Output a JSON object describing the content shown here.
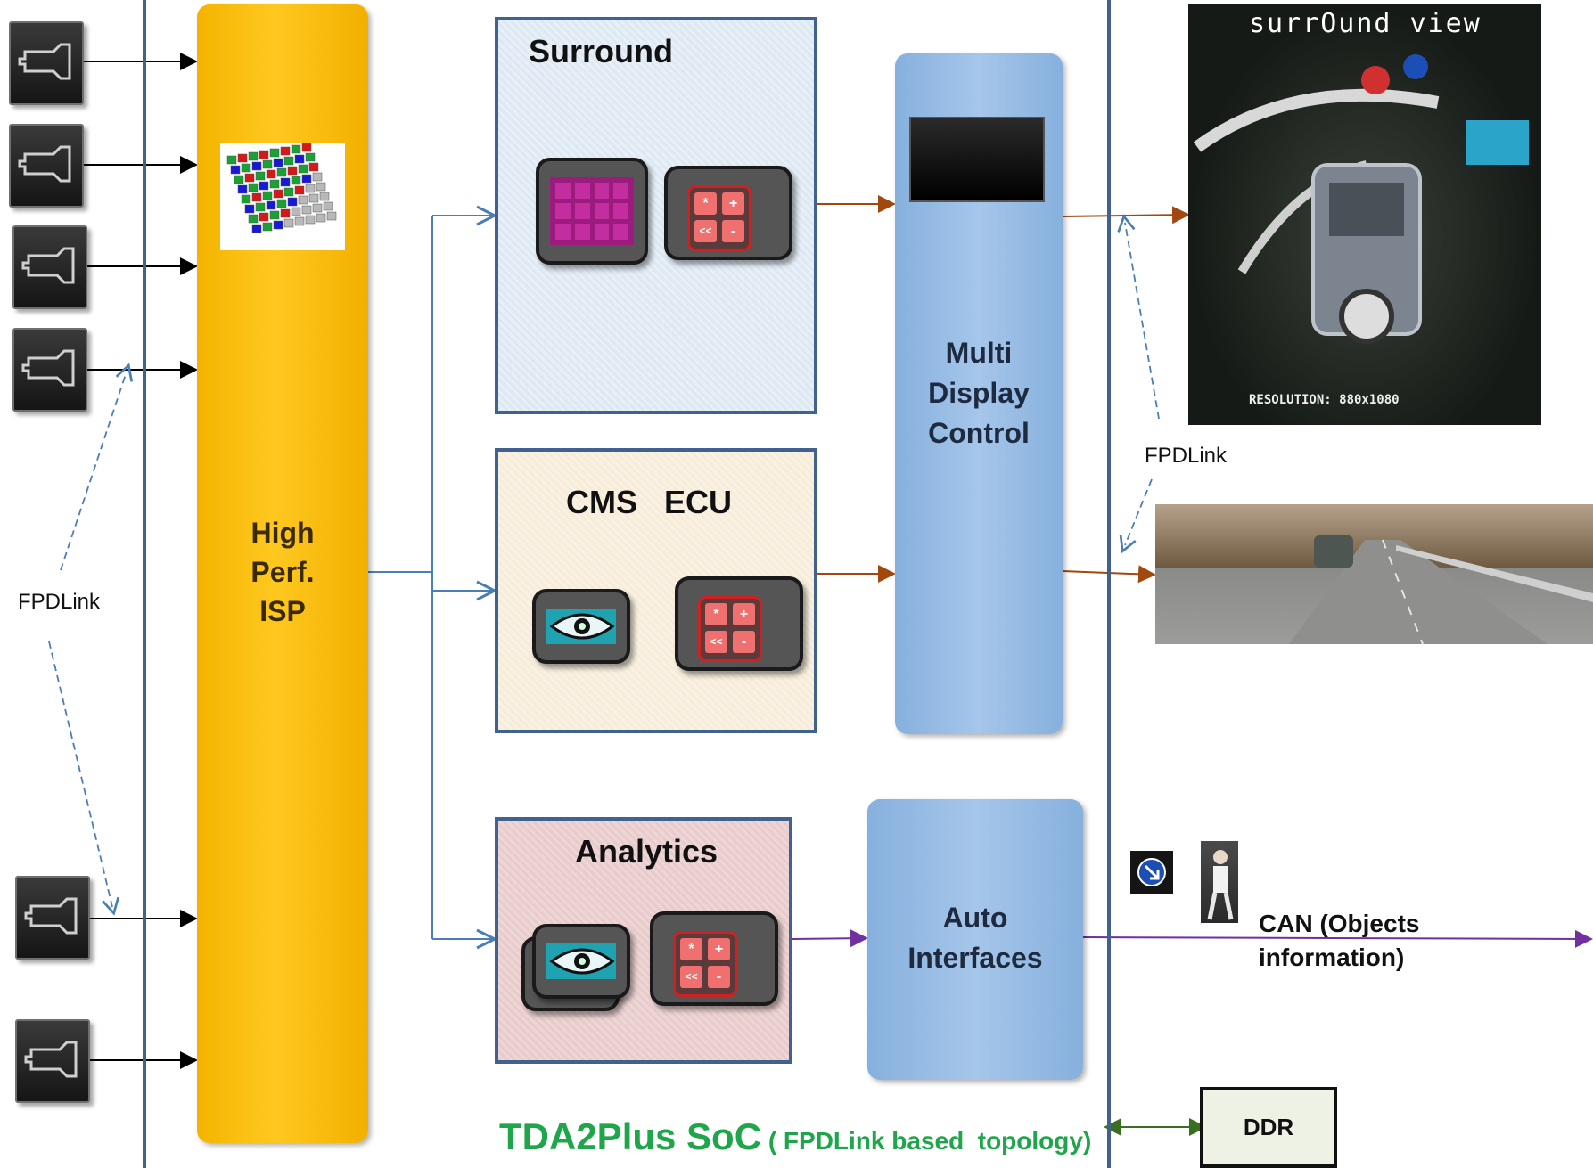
{
  "diagram": {
    "isp_label": [
      "High",
      "Perf.",
      "ISP"
    ],
    "surround_title": "Surround",
    "cms_title": "CMS   ECU",
    "analytics_title": "Analytics",
    "mdc_label": [
      "Multi",
      "Display",
      "Control"
    ],
    "auto_label": [
      "Auto",
      "Interfaces"
    ],
    "fpdlink_left": "FPDLink",
    "fpdlink_right": "FPDLink",
    "caption_main": "TDA2Plus SoC",
    "caption_sub": " ( FPDLink based  topology)",
    "ddr_label": "DDR",
    "can_label": [
      "CAN (Objects",
      "information)"
    ],
    "surround_view_title": "surrOund view",
    "surround_view_resolution": "RESOLUTION: 880x1080",
    "calc_keys": [
      "*",
      "+",
      "<<",
      "-"
    ],
    "camera_count": 6,
    "colors": {
      "isp": "#FFC20E",
      "block_border": "#41628E",
      "mdc": "#95B8E3",
      "arrow_brown": "#A0480E",
      "arrow_purple": "#7030A0",
      "arrow_green": "#3A6E20",
      "caption": "#1FA64A"
    }
  }
}
